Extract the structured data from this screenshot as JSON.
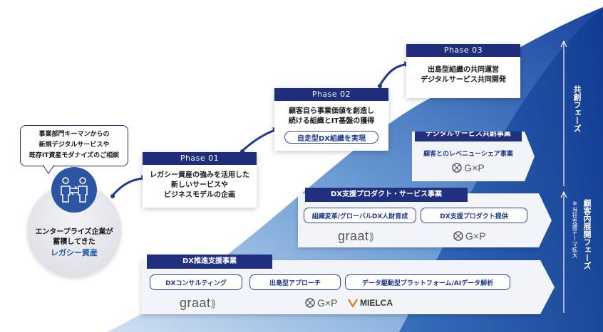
{
  "bubble": {
    "text_lines": [
      "事業部門キーマンからの",
      "新規デジタルサービスや",
      "既存IT資産モダナイズのご相談"
    ]
  },
  "enterprise": {
    "line1": "エンタープライズ企業が",
    "line2": "蓄積してきた",
    "highlight": "レガシー資産"
  },
  "phases": [
    {
      "label": "Phase 01",
      "lines": [
        "レガシー資産の強みを活用した",
        "新しいサービスや",
        "ビジネスモデルの企画"
      ]
    },
    {
      "label": "Phase 02",
      "lines": [
        "顧客自ら事業価値を創造し",
        "続ける組織とIT基盤の獲得"
      ],
      "badge": "自走型DX組織を実現"
    },
    {
      "label": "Phase 03",
      "lines": [
        "出島型組織の共同運営",
        "デジタルサービス共同開発"
      ]
    }
  ],
  "services": {
    "digital": {
      "title": "デジタルサービス共創事業",
      "item": "顧客とのレベニューシェア事業"
    },
    "product": {
      "title": "DX支援プロダクト・サービス事業",
      "items": [
        "組織変革/グローバルDX人財育成",
        "DX支援プロダクト提供"
      ]
    },
    "support": {
      "title": "DX推進支援事業",
      "items": [
        "DXコンサルティング",
        "出島型アプローチ",
        "データ駆動型プラットフォーム/AIデータ解析"
      ]
    }
  },
  "logos": {
    "graat": "graat",
    "gxp": "G×P",
    "mielca": "MIELCA"
  },
  "side": {
    "cocreation": "共創フェーズ",
    "internal": "顧客内展開フェーズ",
    "note": "※当社支援テーマ拡大"
  },
  "colors": {
    "navy": "#1f2e7a",
    "blue": "#1d5aa8",
    "light_blue": "#4a7fc4"
  }
}
